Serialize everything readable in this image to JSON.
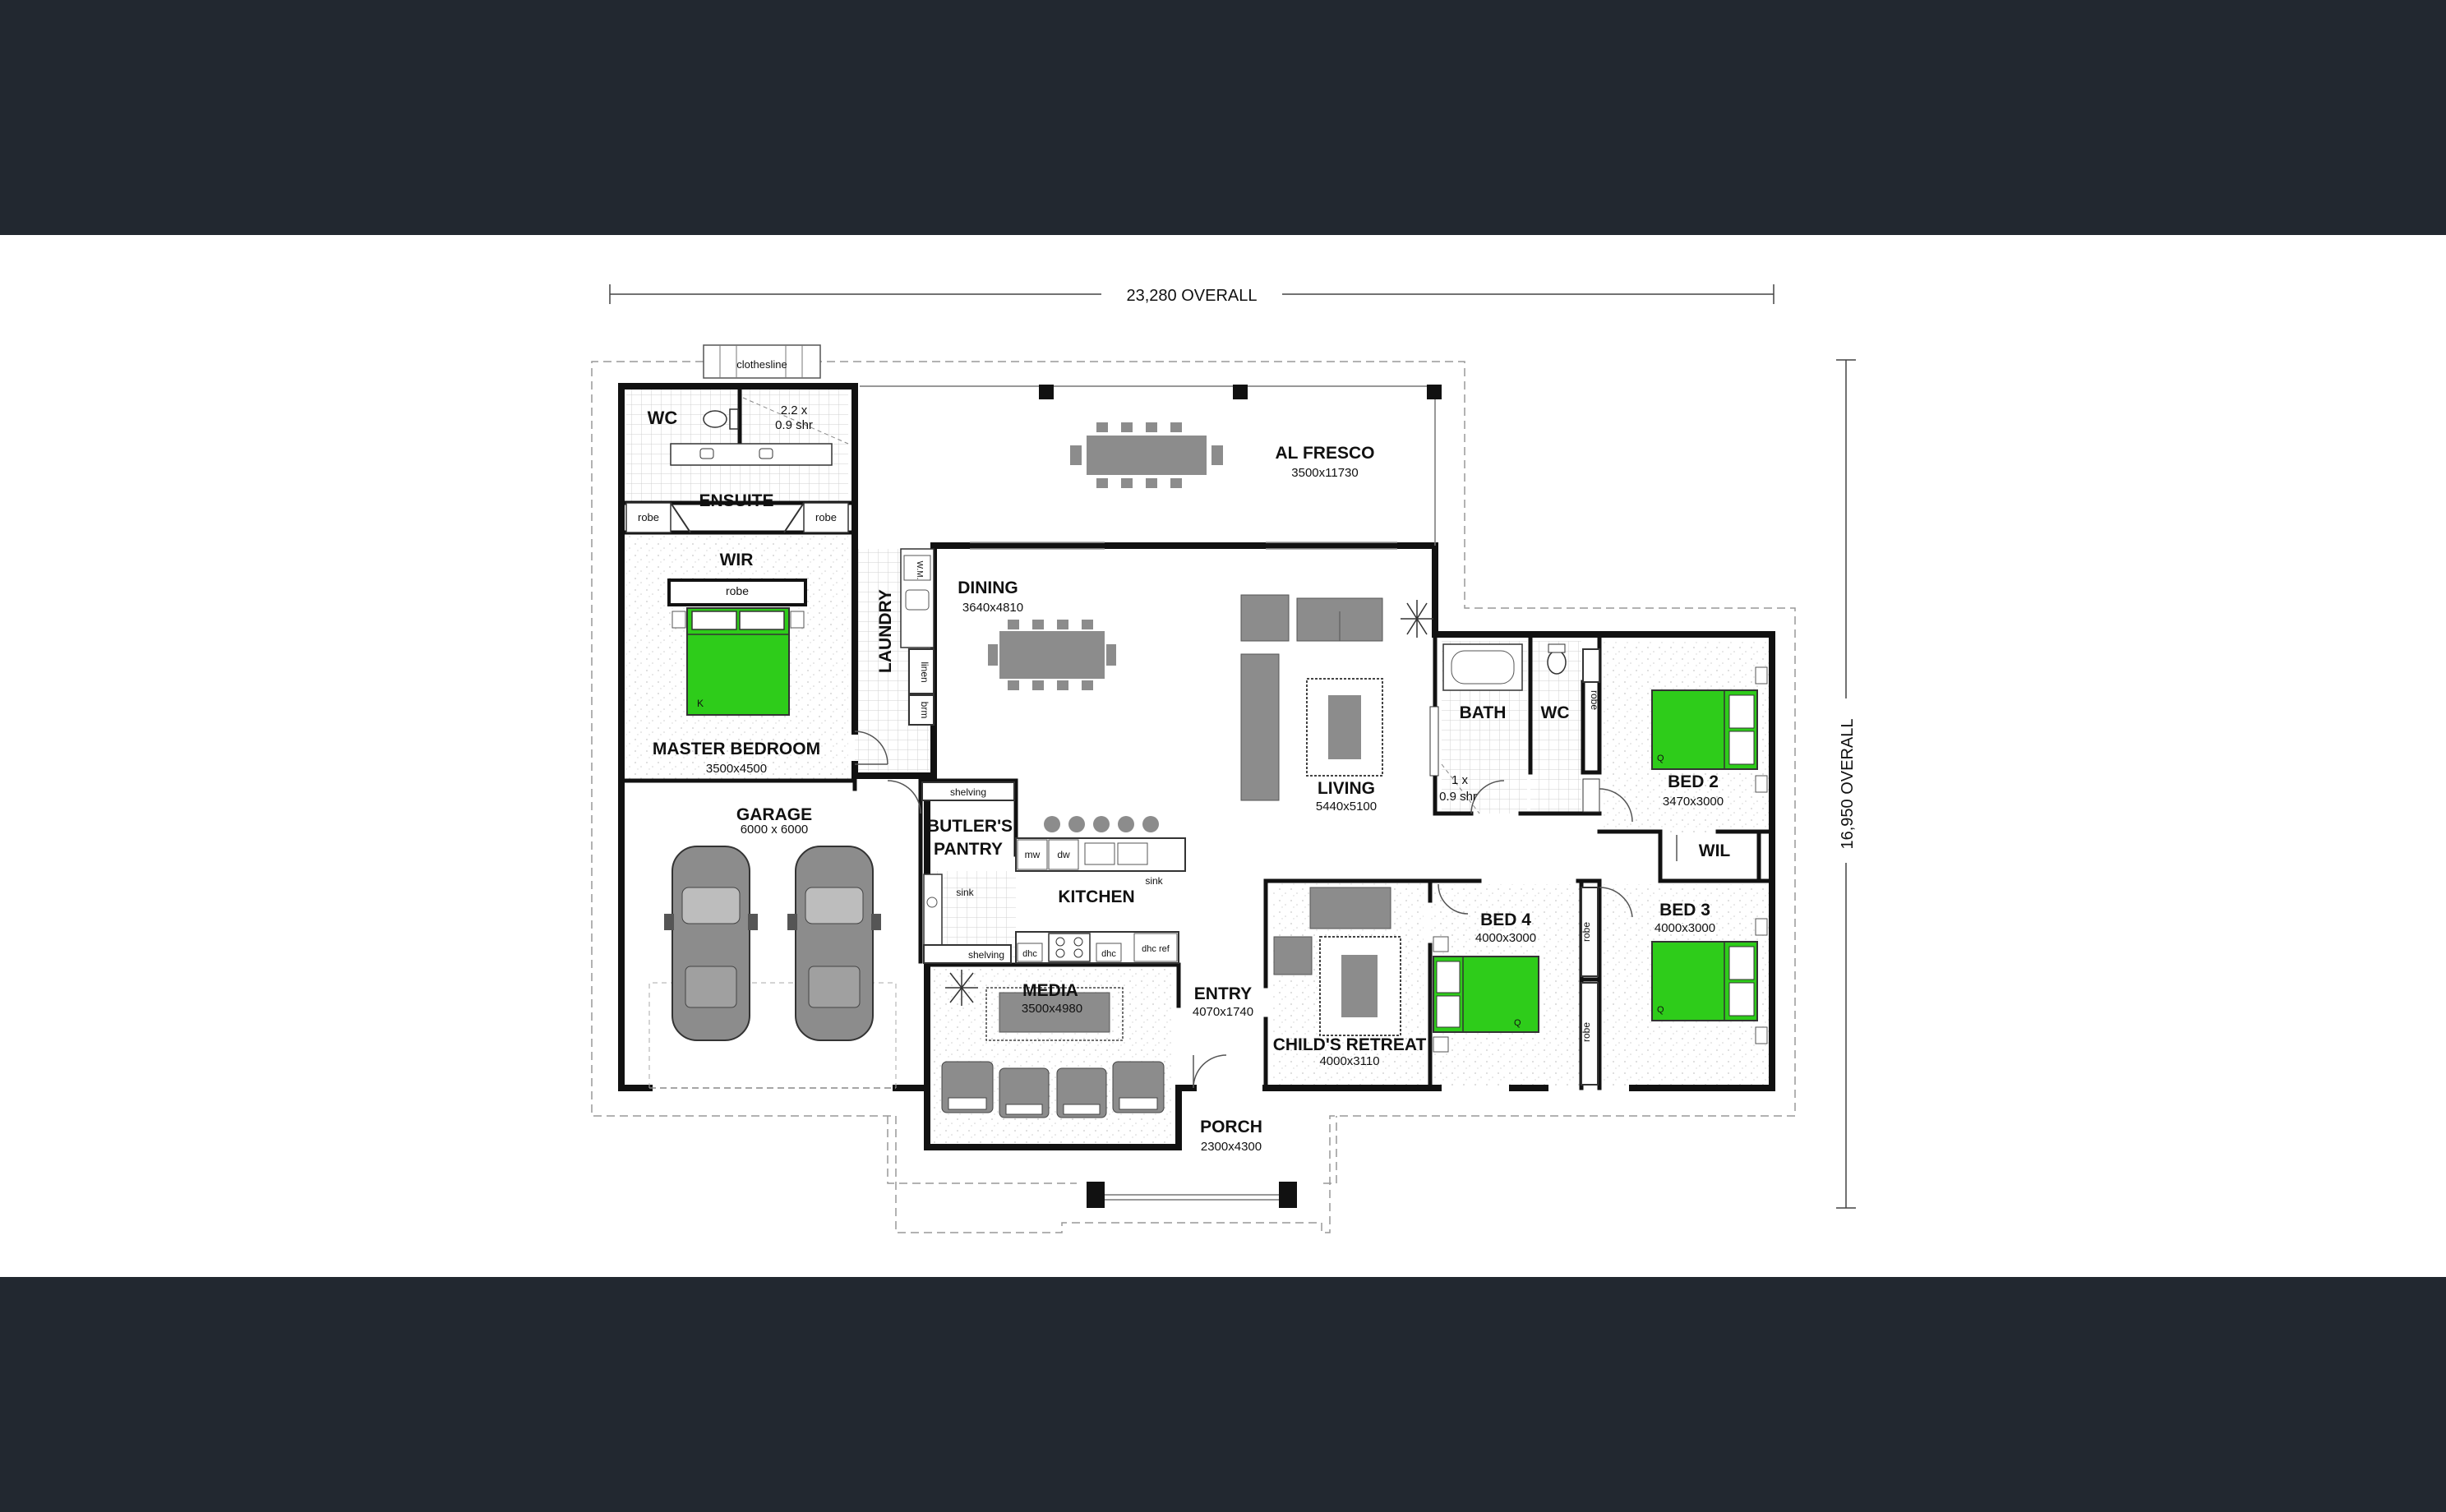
{
  "dimensions": {
    "overall_width": "23,280 OVERALL",
    "overall_depth": "16,950 OVERALL"
  },
  "rooms": {
    "wc1": {
      "name": "WC"
    },
    "shower1": {
      "name": "2.2 x",
      "size": "0.9 shr"
    },
    "ensuite": {
      "name": "ENSUITE"
    },
    "wir": {
      "name": "WIR"
    },
    "master": {
      "name": "MASTER BEDROOM",
      "size": "3500x4500"
    },
    "laundry": {
      "name": "LAUNDRY"
    },
    "dining": {
      "name": "DINING",
      "size": "3640x4810"
    },
    "alfresco": {
      "name": "AL FRESCO",
      "size": "3500x11730"
    },
    "living": {
      "name": "LIVING",
      "size": "5440x5100"
    },
    "bath": {
      "name": "BATH"
    },
    "wc2": {
      "name": "WC"
    },
    "shower2": {
      "name": "1 x",
      "size": "0.9 shr"
    },
    "bed2": {
      "name": "BED 2",
      "size": "3470x3000"
    },
    "wil": {
      "name": "WIL"
    },
    "bed3": {
      "name": "BED 3",
      "size": "4000x3000"
    },
    "bed4": {
      "name": "BED 4",
      "size": "4000x3000"
    },
    "garage": {
      "name": "GARAGE",
      "size": "6000 x 6000"
    },
    "butlers": {
      "name": "BUTLER'S",
      "name2": "PANTRY"
    },
    "kitchen": {
      "name": "KITCHEN"
    },
    "media": {
      "name": "MEDIA",
      "size": "3500x4980"
    },
    "entry": {
      "name": "ENTRY",
      "size": "4070x1740"
    },
    "childs_retreat": {
      "name": "CHILD'S RETREAT",
      "size": "4000x3110"
    },
    "porch": {
      "name": "PORCH",
      "size": "2300x4300"
    }
  },
  "fixtures": {
    "clothesline": "clothesline",
    "robe": "robe",
    "wm": "W.M.",
    "linen": "linen",
    "brm": "brm",
    "shelving": "shelving",
    "mw": "mw",
    "dw": "dw",
    "sink": "sink",
    "dhc": "dhc",
    "dhc_ref": "dhc ref",
    "bed_k": "K",
    "bed_q": "Q"
  },
  "colors": {
    "band": "#222830",
    "wall": "#111111",
    "bed": "#2ecc1a",
    "furniture": "#8c8c8c"
  }
}
